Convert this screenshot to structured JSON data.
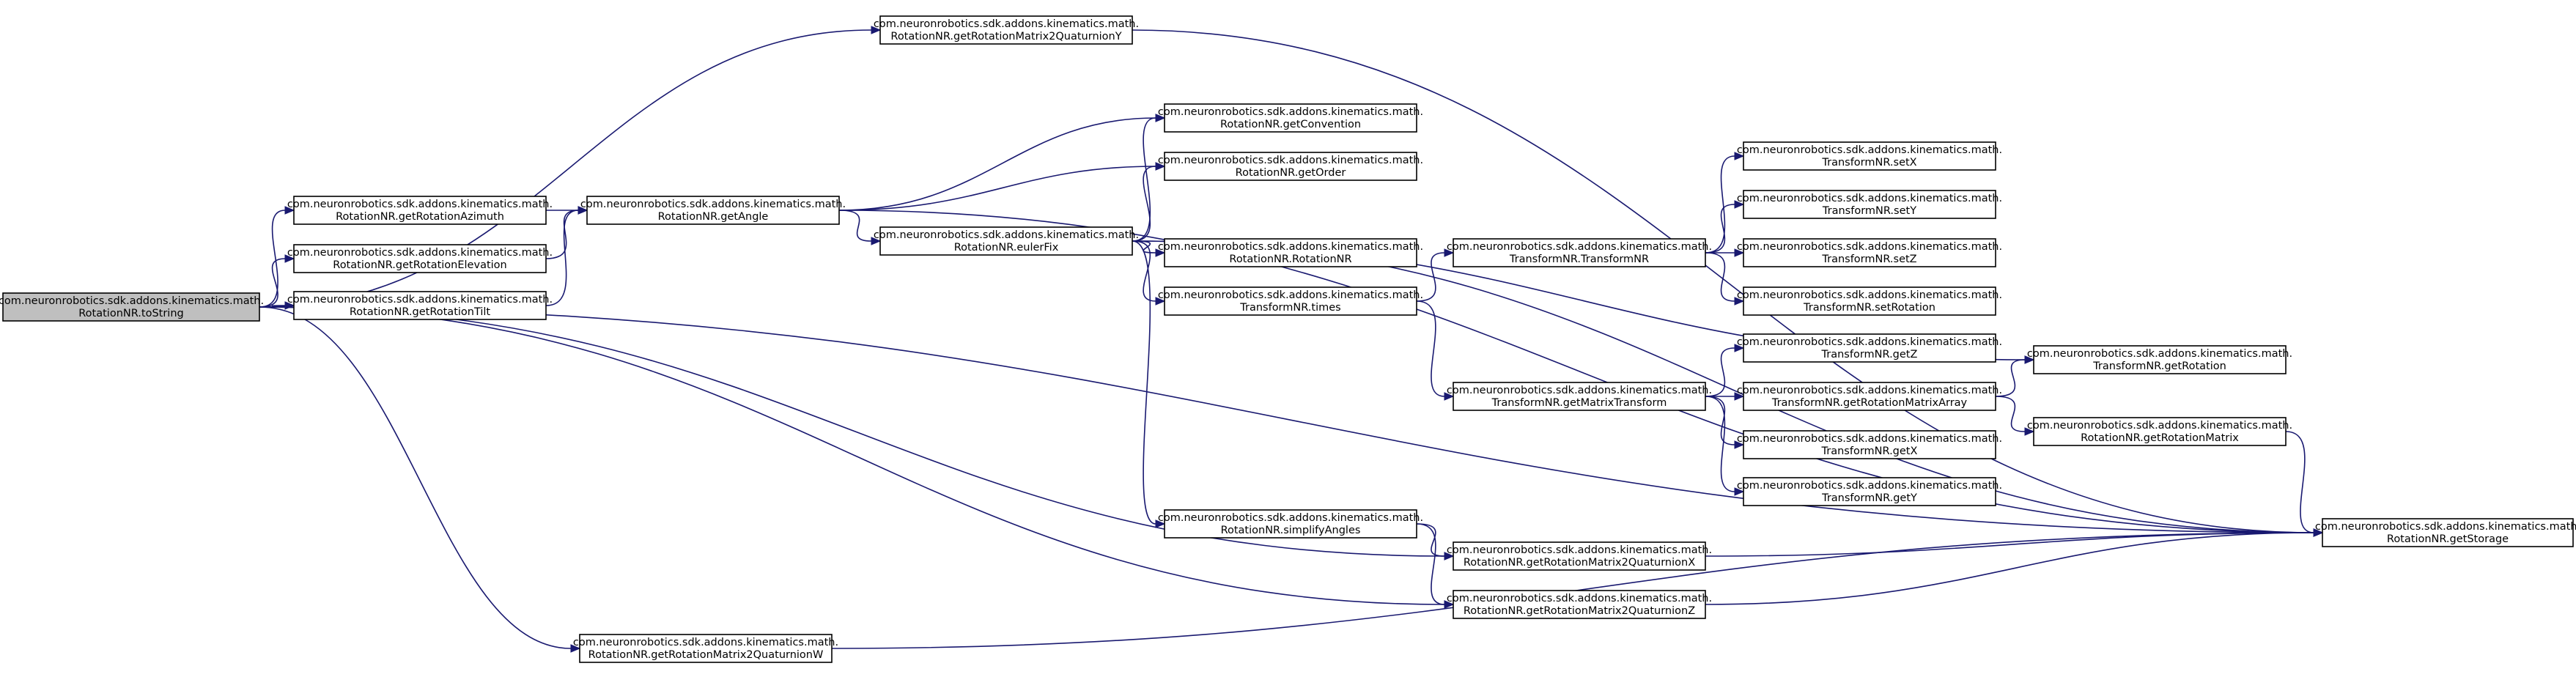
{
  "nodes": [
    {
      "id": "toString",
      "line1": "com.neuronrobotics.sdk.addons.kinematics.math.",
      "line2": "RotationNR.toString"
    },
    {
      "id": "getRotationAzimuth",
      "line1": "com.neuronrobotics.sdk.addons.kinematics.math.",
      "line2": "RotationNR.getRotationAzimuth"
    },
    {
      "id": "getRotationElevation",
      "line1": "com.neuronrobotics.sdk.addons.kinematics.math.",
      "line2": "RotationNR.getRotationElevation"
    },
    {
      "id": "getRotationTilt",
      "line1": "com.neuronrobotics.sdk.addons.kinematics.math.",
      "line2": "RotationNR.getRotationTilt"
    },
    {
      "id": "getAngle",
      "line1": "com.neuronrobotics.sdk.addons.kinematics.math.",
      "line2": "RotationNR.getAngle"
    },
    {
      "id": "getRotationMatrix2QuaturnionY",
      "line1": "com.neuronrobotics.sdk.addons.kinematics.math.",
      "line2": "RotationNR.getRotationMatrix2QuaturnionY"
    },
    {
      "id": "eulerFix",
      "line1": "com.neuronrobotics.sdk.addons.kinematics.math.",
      "line2": "RotationNR.eulerFix"
    },
    {
      "id": "getConvention",
      "line1": "com.neuronrobotics.sdk.addons.kinematics.math.",
      "line2": "RotationNR.getConvention"
    },
    {
      "id": "getOrder",
      "line1": "com.neuronrobotics.sdk.addons.kinematics.math.",
      "line2": "RotationNR.getOrder"
    },
    {
      "id": "RotationNR",
      "line1": "com.neuronrobotics.sdk.addons.kinematics.math.",
      "line2": "RotationNR.RotationNR"
    },
    {
      "id": "times",
      "line1": "com.neuronrobotics.sdk.addons.kinematics.math.",
      "line2": "TransformNR.times"
    },
    {
      "id": "simplifyAngles",
      "line1": "com.neuronrobotics.sdk.addons.kinematics.math.",
      "line2": "RotationNR.simplifyAngles"
    },
    {
      "id": "TransformNR",
      "line1": "com.neuronrobotics.sdk.addons.kinematics.math.",
      "line2": "TransformNR.TransformNR"
    },
    {
      "id": "getMatrixTransform",
      "line1": "com.neuronrobotics.sdk.addons.kinematics.math.",
      "line2": "TransformNR.getMatrixTransform"
    },
    {
      "id": "getRotationMatrix2QuaturnionX",
      "line1": "com.neuronrobotics.sdk.addons.kinematics.math.",
      "line2": "RotationNR.getRotationMatrix2QuaturnionX"
    },
    {
      "id": "getRotationMatrix2QuaturnionZ",
      "line1": "com.neuronrobotics.sdk.addons.kinematics.math.",
      "line2": "RotationNR.getRotationMatrix2QuaturnionZ"
    },
    {
      "id": "getRotationMatrix2QuaturnionW",
      "line1": "com.neuronrobotics.sdk.addons.kinematics.math.",
      "line2": "RotationNR.getRotationMatrix2QuaturnionW"
    },
    {
      "id": "setX",
      "line1": "com.neuronrobotics.sdk.addons.kinematics.math.",
      "line2": "TransformNR.setX"
    },
    {
      "id": "setY",
      "line1": "com.neuronrobotics.sdk.addons.kinematics.math.",
      "line2": "TransformNR.setY"
    },
    {
      "id": "setZ",
      "line1": "com.neuronrobotics.sdk.addons.kinematics.math.",
      "line2": "TransformNR.setZ"
    },
    {
      "id": "setRotation",
      "line1": "com.neuronrobotics.sdk.addons.kinematics.math.",
      "line2": "TransformNR.setRotation"
    },
    {
      "id": "getZ",
      "line1": "com.neuronrobotics.sdk.addons.kinematics.math.",
      "line2": "TransformNR.getZ"
    },
    {
      "id": "getRotationMatrixArray",
      "line1": "com.neuronrobotics.sdk.addons.kinematics.math.",
      "line2": "TransformNR.getRotationMatrixArray"
    },
    {
      "id": "getX",
      "line1": "com.neuronrobotics.sdk.addons.kinematics.math.",
      "line2": "TransformNR.getX"
    },
    {
      "id": "getY",
      "line1": "com.neuronrobotics.sdk.addons.kinematics.math.",
      "line2": "TransformNR.getY"
    },
    {
      "id": "getRotation",
      "line1": "com.neuronrobotics.sdk.addons.kinematics.math.",
      "line2": "TransformNR.getRotation"
    },
    {
      "id": "getRotationMatrix",
      "line1": "com.neuronrobotics.sdk.addons.kinematics.math.",
      "line2": "RotationNR.getRotationMatrix"
    },
    {
      "id": "getStorage",
      "line1": "com.neuronrobotics.sdk.addons.kinematics.math.",
      "line2": "RotationNR.getStorage"
    }
  ],
  "edges": [
    {
      "from": "toString",
      "to": "getRotationMatrix2QuaturnionY"
    },
    {
      "from": "toString",
      "to": "getRotationAzimuth"
    },
    {
      "from": "toString",
      "to": "getRotationElevation"
    },
    {
      "from": "toString",
      "to": "getRotationTilt"
    },
    {
      "from": "toString",
      "to": "getStorage"
    },
    {
      "from": "toString",
      "to": "getRotationMatrix2QuaturnionX"
    },
    {
      "from": "toString",
      "to": "getRotationMatrix2QuaturnionZ"
    },
    {
      "from": "toString",
      "to": "getRotationMatrix2QuaturnionW"
    },
    {
      "from": "getRotationAzimuth",
      "to": "getAngle"
    },
    {
      "from": "getRotationElevation",
      "to": "getAngle"
    },
    {
      "from": "getRotationTilt",
      "to": "getAngle"
    },
    {
      "from": "getAngle",
      "to": "getConvention"
    },
    {
      "from": "getAngle",
      "to": "getOrder"
    },
    {
      "from": "getAngle",
      "to": "eulerFix"
    },
    {
      "from": "getAngle",
      "to": "getStorage"
    },
    {
      "from": "getRotationMatrix2QuaturnionY",
      "to": "getStorage"
    },
    {
      "from": "eulerFix",
      "to": "getConvention"
    },
    {
      "from": "eulerFix",
      "to": "getOrder"
    },
    {
      "from": "eulerFix",
      "to": "RotationNR"
    },
    {
      "from": "eulerFix",
      "to": "times"
    },
    {
      "from": "eulerFix",
      "to": "simplifyAngles"
    },
    {
      "from": "eulerFix",
      "to": "getRotation"
    },
    {
      "from": "eulerFix",
      "to": "getStorage"
    },
    {
      "from": "times",
      "to": "TransformNR"
    },
    {
      "from": "times",
      "to": "getMatrixTransform"
    },
    {
      "from": "TransformNR",
      "to": "setX"
    },
    {
      "from": "TransformNR",
      "to": "setY"
    },
    {
      "from": "TransformNR",
      "to": "setZ"
    },
    {
      "from": "TransformNR",
      "to": "setRotation"
    },
    {
      "from": "getMatrixTransform",
      "to": "getZ"
    },
    {
      "from": "getMatrixTransform",
      "to": "getRotationMatrixArray"
    },
    {
      "from": "getMatrixTransform",
      "to": "getX"
    },
    {
      "from": "getMatrixTransform",
      "to": "getY"
    },
    {
      "from": "getRotationMatrixArray",
      "to": "getRotation"
    },
    {
      "from": "getRotationMatrixArray",
      "to": "getRotationMatrix"
    },
    {
      "from": "getRotationMatrix",
      "to": "getStorage"
    },
    {
      "from": "simplifyAngles",
      "to": "getRotationMatrix2QuaturnionX"
    },
    {
      "from": "simplifyAngles",
      "to": "getRotationMatrix2QuaturnionZ"
    },
    {
      "from": "getRotationMatrix2QuaturnionX",
      "to": "getStorage"
    },
    {
      "from": "getRotationMatrix2QuaturnionZ",
      "to": "getStorage"
    },
    {
      "from": "getRotationMatrix2QuaturnionW",
      "to": "getStorage"
    }
  ]
}
